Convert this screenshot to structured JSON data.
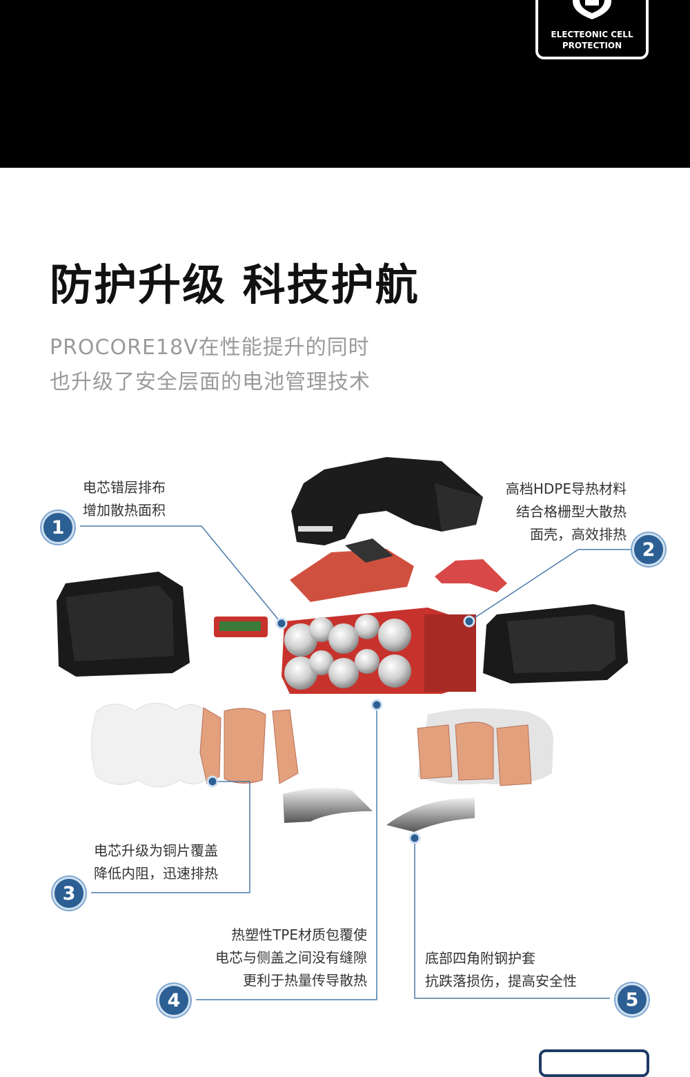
{
  "badge": {
    "line1": "ELECTEONIC CELL",
    "line2": "PROTECTION"
  },
  "headline": "防护升级 科技护航",
  "subtitle": {
    "line1": "PROCORE18V在性能提升的同时",
    "line2": "也升级了安全层面的电池管理技术"
  },
  "callouts": [
    {
      "number": "1",
      "lines": [
        "电芯错层排布",
        "增加散热面积"
      ]
    },
    {
      "number": "2",
      "lines": [
        "高档HDPE导热材料",
        "结合格栅型大散热",
        "面壳，高效排热"
      ]
    },
    {
      "number": "3",
      "lines": [
        "电芯升级为铜片覆盖",
        "降低内阻，迅速排热"
      ]
    },
    {
      "number": "4",
      "lines": [
        "热塑性TPE材质包覆使",
        "电芯与侧盖之间没有缝隙",
        "更利于热量传导散热"
      ]
    },
    {
      "number": "5",
      "lines": [
        "底部四角附钢护套",
        "抗跌落损伤，提高安全性"
      ]
    }
  ],
  "colors": {
    "accent": "#2c5f93",
    "line": "#4a78a8",
    "cell_holder": "#c8322c",
    "copper": "#e2a07c",
    "housing": "#1c1c1c"
  },
  "icons": [
    "shield-icon"
  ]
}
